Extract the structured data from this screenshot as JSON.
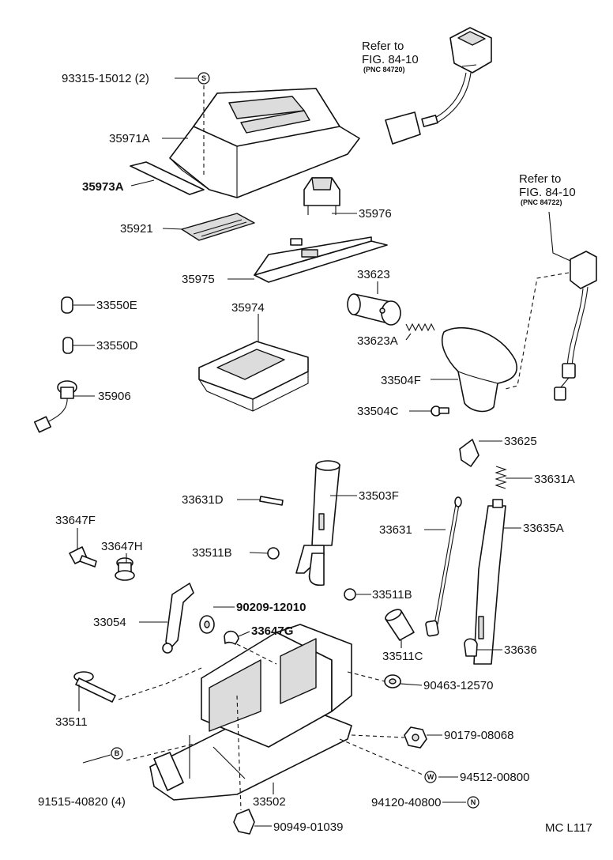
{
  "labels": {
    "p93315": "93315-15012 (2)",
    "p35971A": "35971A",
    "p35973A": "35973A",
    "p35921": "35921",
    "p35976": "35976",
    "p35975": "35975",
    "p33623": "33623",
    "p33550E": "33550E",
    "p35974": "35974",
    "p33623A": "33623A",
    "p33550D": "33550D",
    "p33504F": "33504F",
    "p35906": "35906",
    "p33504C": "33504C",
    "p33625": "33625",
    "p33631A": "33631A",
    "p33631D": "33631D",
    "p33503F": "33503F",
    "p33647F": "33647F",
    "p33631": "33631",
    "p33635A": "33635A",
    "p33647H": "33647H",
    "p33511B_1": "33511B",
    "p33511B_2": "33511B",
    "p90209": "90209-12010",
    "p33054": "33054",
    "p33647G": "33647G",
    "p33511C": "33511C",
    "p33636": "33636",
    "p90463": "90463-12570",
    "p33511": "33511",
    "p90179": "90179-08068",
    "p94512": "94512-00800",
    "p91515": "91515-40820 (4)",
    "p33502": "33502",
    "p94120": "94120-40800",
    "p90949": "90949-01039"
  },
  "refs": {
    "ref1_line1": "Refer to",
    "ref1_line2": "FIG. 84-10",
    "ref1_pnc": "(PNC 84720)",
    "ref2_line1": "Refer to",
    "ref2_line2": "FIG. 84-10",
    "ref2_pnc": "(PNC 84722)"
  },
  "symbols": {
    "s": "S",
    "b": "B",
    "w": "W",
    "n": "N"
  },
  "figure_code": "MC L117"
}
